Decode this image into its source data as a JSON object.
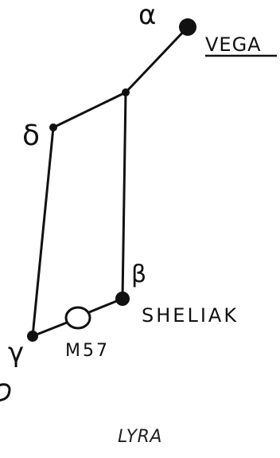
{
  "diagram": {
    "stars": {
      "vega": {
        "greek": "α",
        "name": "VEGA"
      },
      "delta": {
        "greek": "δ"
      },
      "beta": {
        "greek": "β",
        "name": "SHELIAK"
      },
      "gamma": {
        "greek": "γ"
      },
      "zeta": {
        "greek": ""
      }
    },
    "object": {
      "label": "M57"
    },
    "caption": "LYRA",
    "ink_color": "#111111"
  }
}
